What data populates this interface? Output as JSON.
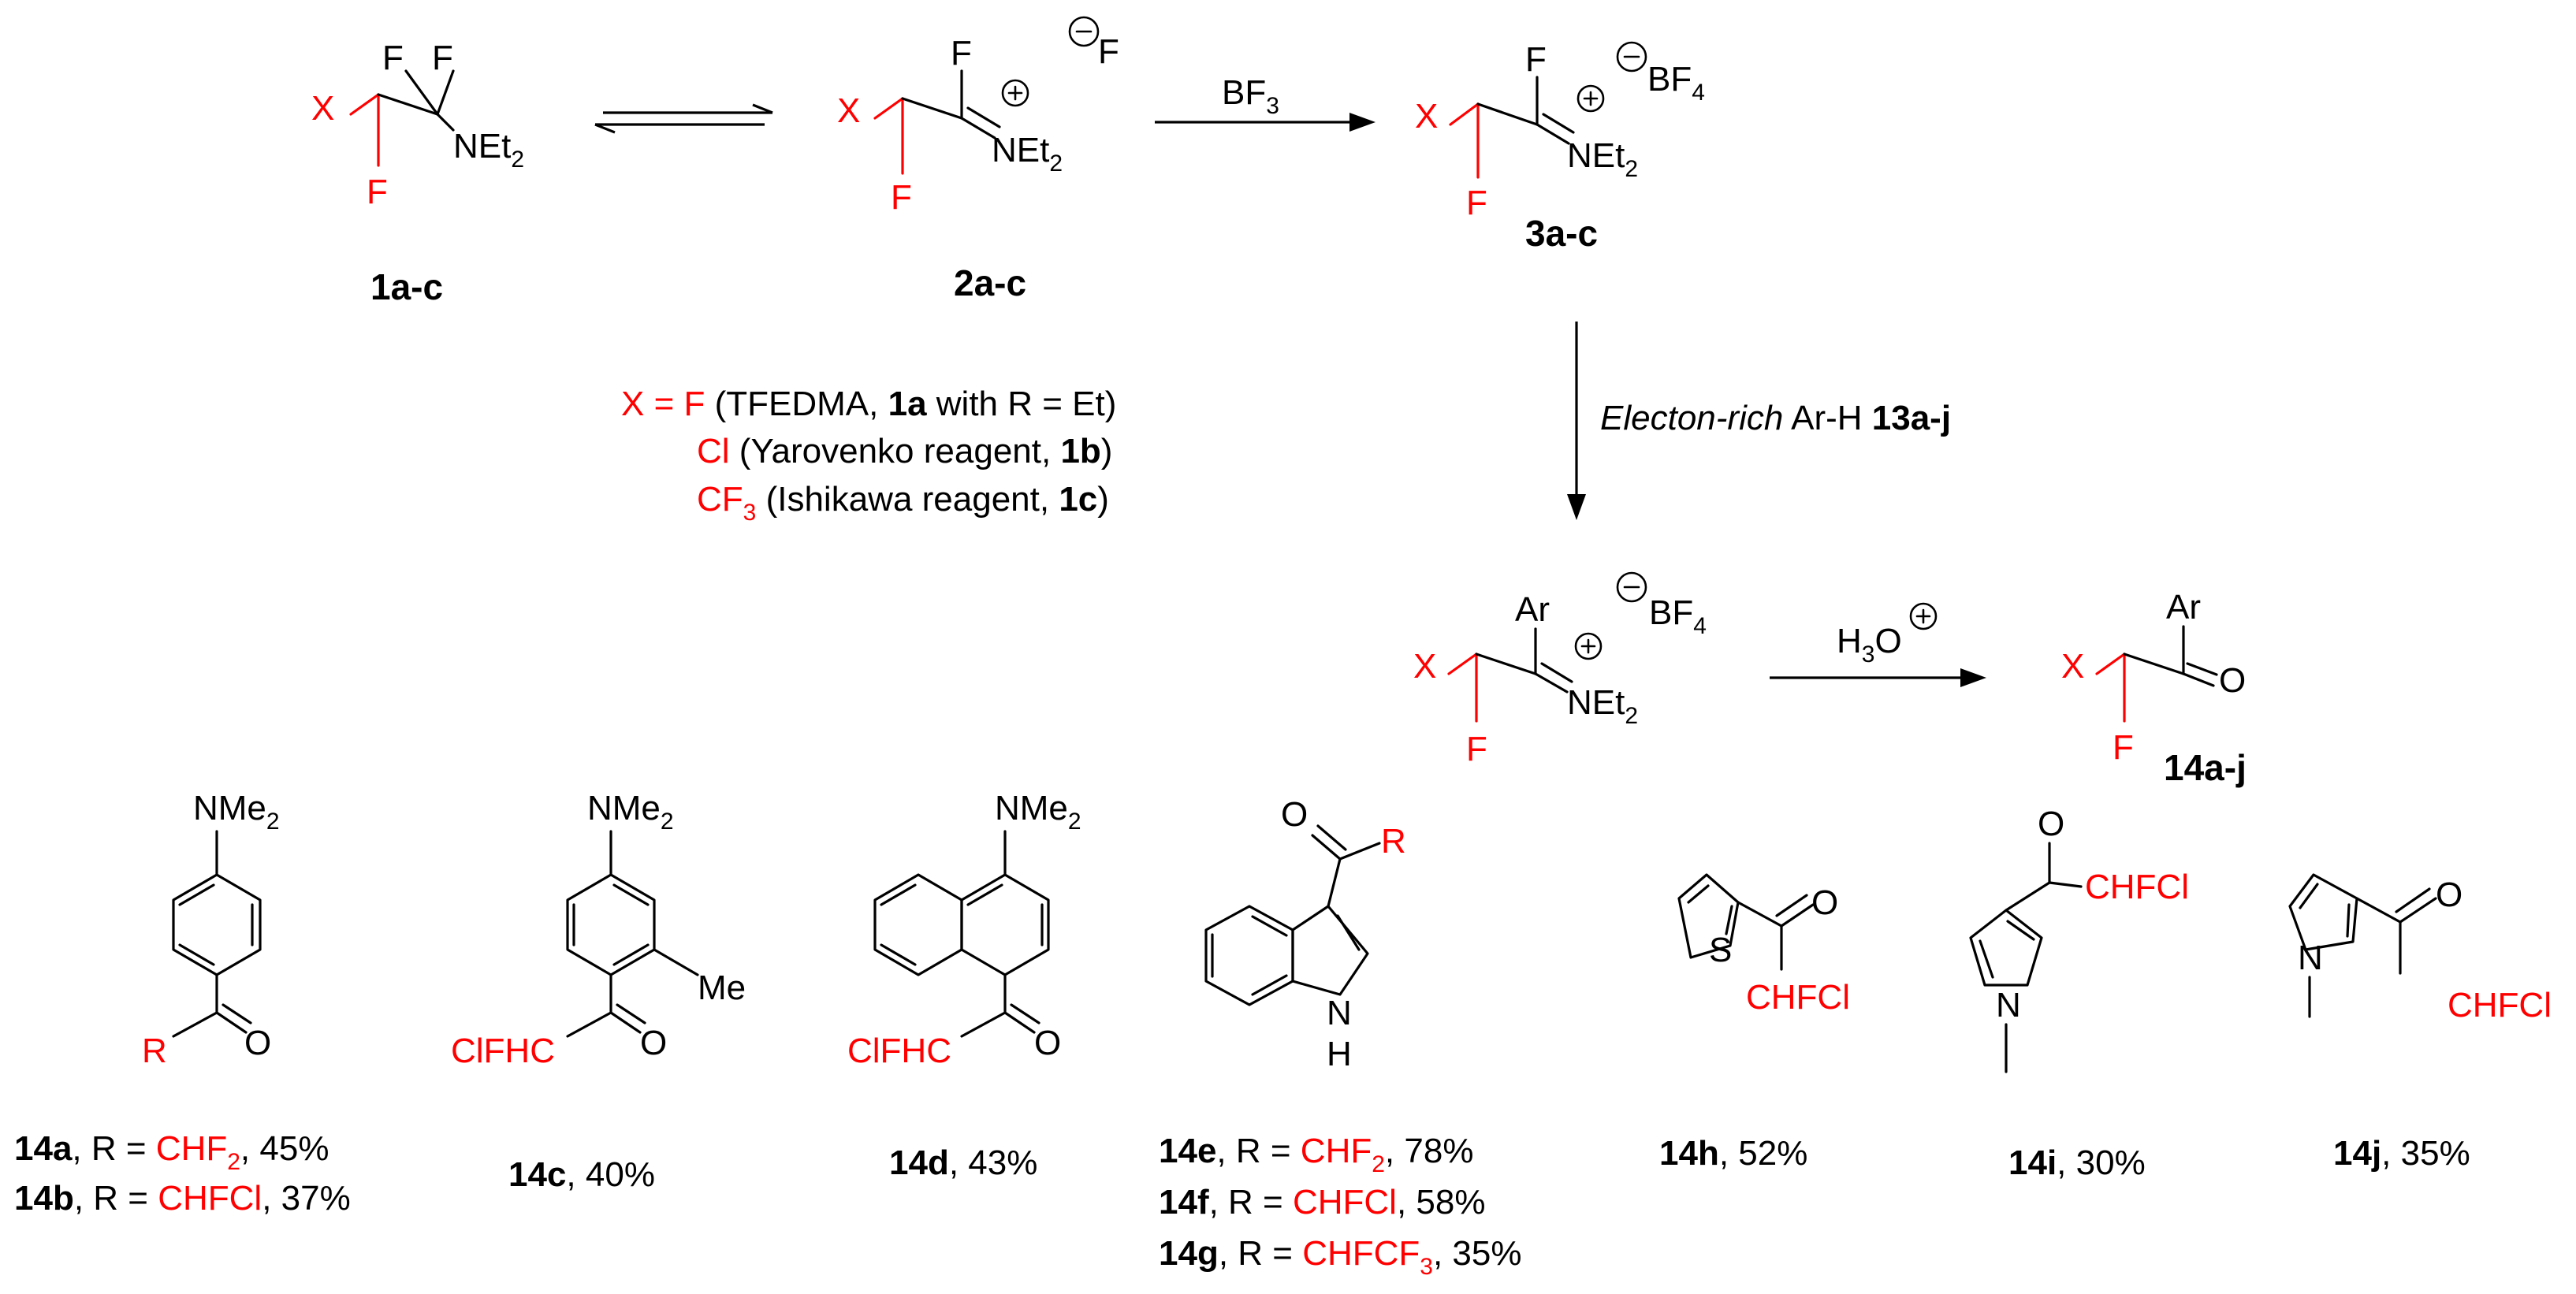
{
  "atoms": {
    "X": "X",
    "F": "F",
    "Ar": "Ar",
    "N": "N",
    "Et": "Et",
    "two": "2",
    "O": "O",
    "S": "S",
    "H": "H",
    "R": "R",
    "NMe": "NMe",
    "Me": "Me",
    "ClFHC": "ClFHC",
    "CHFCl": "CHFCl",
    "plus": "+",
    "minus": "−"
  },
  "charges": {
    "fluoride": "F",
    "BF": "BF",
    "four": "4"
  },
  "reagents": {
    "bf3_a": "BF",
    "bf3_sub": "3",
    "electron_rich_italic": "Electon-rich",
    "arh": " Ar-H ",
    "arh_bold": "13a-j",
    "h3o_a": "H",
    "h3o_sub": "3",
    "h3o_b": "O"
  },
  "compound_labels": {
    "c1": "1a-c",
    "c2": "2a-c",
    "c3": "3a-c",
    "c14": "14a-j"
  },
  "x_definitions": {
    "row1_lhs": "X = ",
    "row1_val": "F",
    "row1_t1": " (TFEDMA, ",
    "row1_b": "1a",
    "row1_t2": " with R = Et)",
    "row2_val": "Cl",
    "row2_t1": " (Yarovenko reagent, ",
    "row2_b": "1b",
    "row2_t2": ")",
    "row3_val": "CF",
    "row3_sub": "3",
    "row3_t1": " (Ishikawa reagent, ",
    "row3_b": "1c",
    "row3_t2": ")"
  },
  "products": [
    {
      "bold": "14a",
      "pre": ", R = ",
      "red": "CHF",
      "red_sub": "2",
      "post": ", 45%"
    },
    {
      "bold": "14b",
      "pre": ", R = ",
      "red": "CHFCl",
      "red_sub": "",
      "post": ", 37%"
    },
    {
      "bold": "14c",
      "pre": "",
      "red": "",
      "red_sub": "",
      "post": ", 40%"
    },
    {
      "bold": "14d",
      "pre": "",
      "red": "",
      "red_sub": "",
      "post": ", 43%"
    },
    {
      "bold": "14e",
      "pre": ", R = ",
      "red": "CHF",
      "red_sub": "2",
      "post": ", 78%"
    },
    {
      "bold": "14f",
      "pre": ", R = ",
      "red": "CHFCl",
      "red_sub": "",
      "post": ", 58%"
    },
    {
      "bold": "14g",
      "pre": ", R = ",
      "red": "CHFCF",
      "red_sub": "3",
      "post": ", 35%"
    },
    {
      "bold": "14h",
      "pre": "",
      "red": "",
      "red_sub": "",
      "post": ", 52%"
    },
    {
      "bold": "14i",
      "pre": "",
      "red": "",
      "red_sub": "",
      "post": ", 30%"
    },
    {
      "bold": "14j",
      "pre": "",
      "red": "",
      "red_sub": "",
      "post": ", 35%"
    }
  ],
  "colors": {
    "highlight": "#ff0000",
    "ink": "#000000",
    "background": "#ffffff"
  }
}
